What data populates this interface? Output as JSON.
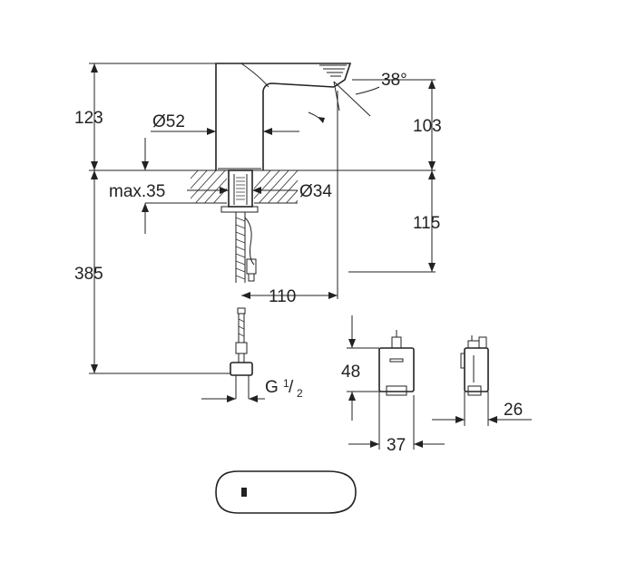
{
  "dimensions": {
    "spout_height": "123",
    "body_diameter": "Ø52",
    "spray_angle": "38°",
    "outlet_height": "103",
    "max_deck_thickness": "max.35",
    "hole_diameter": "Ø34",
    "below_deck_depth": "115",
    "total_height": "385",
    "projection": "110",
    "thread_main": "G",
    "thread_num": "1",
    "thread_den": "2",
    "box_height": "48",
    "box_width": "37",
    "box_depth": "26"
  }
}
